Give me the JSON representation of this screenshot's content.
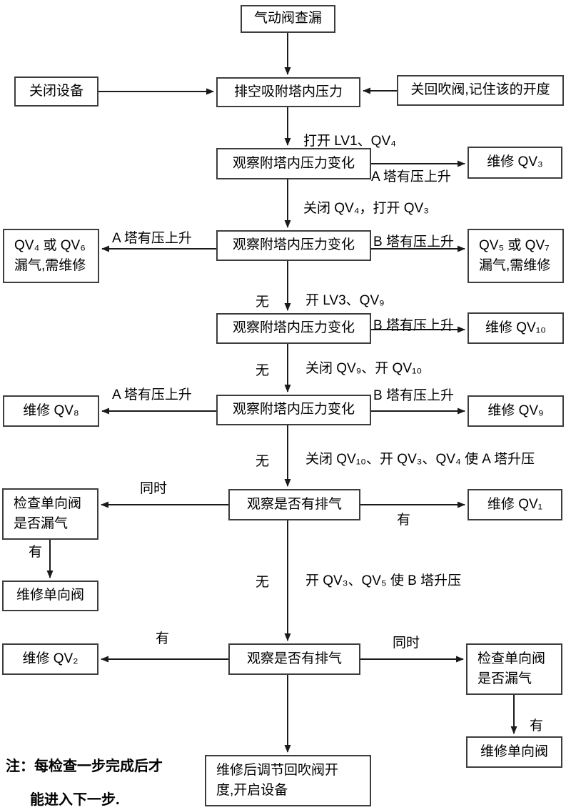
{
  "nodes": [
    {
      "id": "start",
      "text": "气动阀查漏"
    },
    {
      "id": "vent-tower-pressure",
      "text": "排空吸附塔内压力"
    },
    {
      "id": "close-equipment",
      "text": "关闭设备"
    },
    {
      "id": "close-backblow-valve",
      "text": "关回吹阀,记住该的开度"
    },
    {
      "id": "observe-pressure-1",
      "text": "观察附塔内压力变化"
    },
    {
      "id": "repair-qv3",
      "text": "维修 QV₃"
    },
    {
      "id": "observe-pressure-2",
      "text": "观察附塔内压力变化"
    },
    {
      "id": "qv4-qv6-leak",
      "text": "QV₄ 或 QV₆\n漏气,需维修"
    },
    {
      "id": "qv5-qv7-leak",
      "text": "QV₅ 或 QV₇\n漏气,需维修"
    },
    {
      "id": "observe-pressure-3",
      "text": "观察附塔内压力变化"
    },
    {
      "id": "repair-qv10",
      "text": "维修 QV₁₀"
    },
    {
      "id": "observe-pressure-4",
      "text": "观察附塔内压力变化"
    },
    {
      "id": "repair-qv8",
      "text": "维修 QV₈"
    },
    {
      "id": "repair-qv9",
      "text": "维修 QV₉"
    },
    {
      "id": "observe-exhaust-1",
      "text": "观察是否有排气"
    },
    {
      "id": "repair-qv1",
      "text": "维修 QV₁"
    },
    {
      "id": "check-oneway-valve-left",
      "text": "检查单向阀\n是否漏气"
    },
    {
      "id": "repair-oneway-valve-left",
      "text": "维修单向阀"
    },
    {
      "id": "observe-exhaust-2",
      "text": "观察是否有排气"
    },
    {
      "id": "repair-qv2",
      "text": "维修 QV₂"
    },
    {
      "id": "check-oneway-valve-right",
      "text": "检查单向阀\n是否漏气"
    },
    {
      "id": "repair-oneway-valve-right",
      "text": "维修单向阀"
    },
    {
      "id": "final-step",
      "text": "维修后调节回吹阀开\n度,开启设备"
    }
  ],
  "edge_labels": [
    {
      "text": "打开 LV1、QV₄"
    },
    {
      "text": "A 塔有压上升"
    },
    {
      "text": "关闭 QV₄，打开 QV₃"
    },
    {
      "text": "A 塔有压上升"
    },
    {
      "text": "B 塔有压上升"
    },
    {
      "text": "无"
    },
    {
      "text": "开 LV3、QV₉"
    },
    {
      "text": "B 塔有压上升"
    },
    {
      "text": "无"
    },
    {
      "text": "关闭 QV₉、开 QV₁₀"
    },
    {
      "text": "A 塔有压上升"
    },
    {
      "text": "B 塔有压上升"
    },
    {
      "text": "无"
    },
    {
      "text": "关闭 QV₁₀、开 QV₃、QV₄ 使 A 塔升压"
    },
    {
      "text": "同时"
    },
    {
      "text": "有"
    },
    {
      "text": "有"
    },
    {
      "text": "无"
    },
    {
      "text": "开 QV₃、QV₅ 使 B 塔升压"
    },
    {
      "text": "有"
    },
    {
      "text": "同时"
    },
    {
      "text": "有"
    }
  ],
  "note": {
    "line1": "注：每检查一步完成后才",
    "line2": "能进入下一步."
  },
  "colors": {
    "line": "#1a1a1a",
    "border": "#3d3d3d",
    "background": "#ffffff",
    "text": "#000000"
  }
}
